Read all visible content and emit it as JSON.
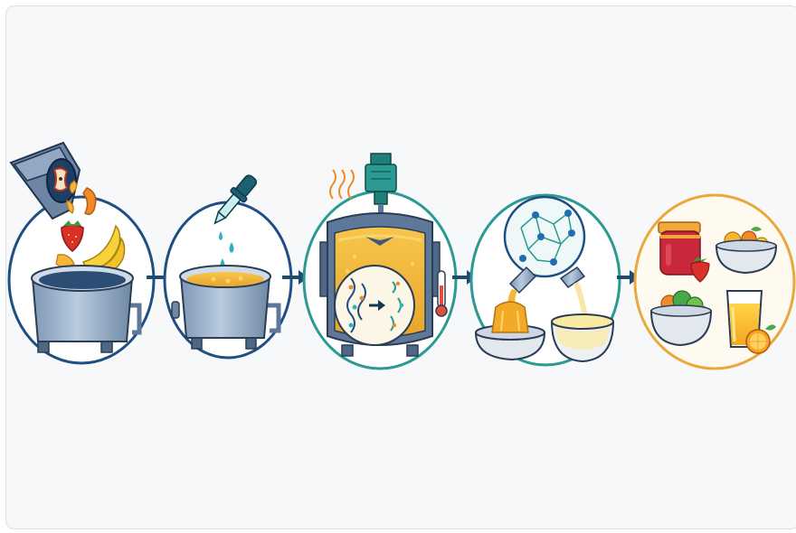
{
  "diagram": {
    "stages": [
      {
        "id": "waste-input",
        "ring_color": "#1f4f82"
      },
      {
        "id": "enzyme-dosing",
        "ring_color": "#1f4f82"
      },
      {
        "id": "hydrolysis-reactor",
        "ring_color": "#2a9a92"
      },
      {
        "id": "product-separation",
        "ring_color": "#2a9a92"
      },
      {
        "id": "food-products",
        "ring_color": "#e8a93c"
      }
    ],
    "colors": {
      "steel": "#8fa8c4",
      "steel_dark": "#5d7898",
      "slurry": "#f2b53a",
      "teal": "#2a8f8a",
      "navy": "#1f4f82",
      "arrow": "#1e4c6e"
    },
    "icons": [
      "chute-icon",
      "apple-core-icon",
      "strawberry-icon",
      "banana-icon",
      "dropper-icon",
      "drops-icon",
      "mixer-motor-icon",
      "steam-icon",
      "thermometer-icon",
      "molecule-network-icon",
      "jelly-mold-icon",
      "jam-jar-icon",
      "fruit-bowl-icon",
      "salad-bowl-icon",
      "juice-glass-icon",
      "orange-slice-icon"
    ]
  }
}
